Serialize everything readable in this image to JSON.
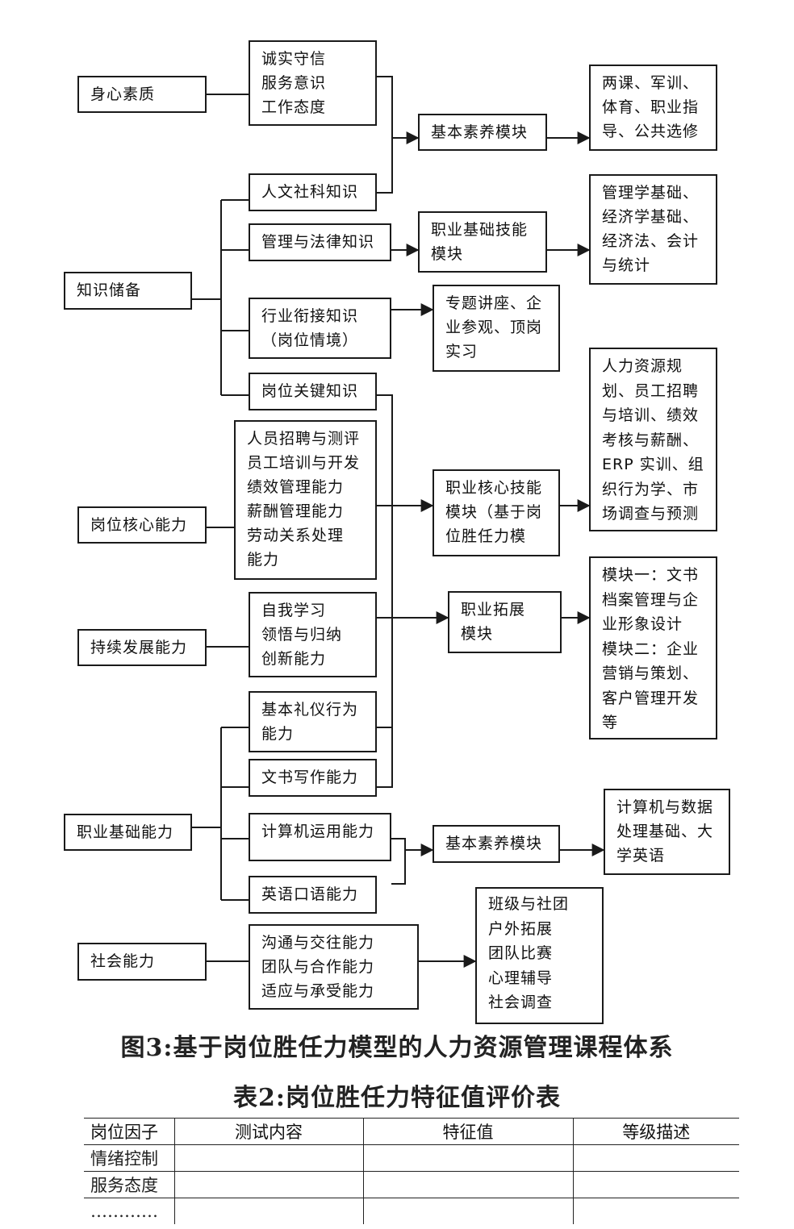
{
  "diagram": {
    "nodes": {
      "shenxin": [
        "身心素质"
      ],
      "chengxin": [
        "诚实守信",
        "服务意识",
        "工作态度"
      ],
      "zhishi": [
        "知识储备"
      ],
      "renwen": [
        "人文社科知识"
      ],
      "guanli_falv": [
        "管理与法律知识"
      ],
      "hangye": [
        "行业衔接知识",
        "（岗位情境）"
      ],
      "gangwei_zhishi": [
        "岗位关键知识"
      ],
      "hexin": [
        "岗位核心能力"
      ],
      "zhaopin": [
        "人员招聘与测评",
        "员工培训与开发",
        "绩效管理能力",
        "薪酬管理能力",
        "劳动关系处理",
        "能力"
      ],
      "chixu": [
        "持续发展能力"
      ],
      "ziwo": [
        "自我学习",
        "领悟与归纳",
        "创新能力"
      ],
      "jichu_nengli": [
        "职业基础能力"
      ],
      "liyi": [
        "基本礼仪行为",
        "能力"
      ],
      "wenshu": [
        "文书写作能力"
      ],
      "jisuanji": [
        "计算机运用能力"
      ],
      "yingyu": [
        "英语口语能力"
      ],
      "shehui": [
        "社会能力"
      ],
      "goutong": [
        "沟通与交往能力",
        "团队与合作能力",
        "适应与承受能力"
      ],
      "suyang1": [
        "基本素养模块"
      ],
      "zhiye_jineng": [
        "职业基础技能",
        "模块"
      ],
      "zhuanti": [
        "专题讲座、企",
        "业参观、顶岗",
        "实习"
      ],
      "hexin_mokuai": [
        "职业核心技能",
        "模块（基于岗",
        "位胜任力模"
      ],
      "tuozhan": [
        "职业拓展",
        "模块"
      ],
      "suyang2": [
        "基本素养模块"
      ],
      "liangke": [
        "两课、军训、",
        "体育、职业指",
        "导、公共选修"
      ],
      "guanlixue": [
        "管理学基础、",
        "经济学基础、",
        "经济法、会计",
        "与统计"
      ],
      "renli": [
        "人力资源规",
        "划、员工招聘",
        "与培训、绩效",
        "考核与薪酬、",
        "ERP 实训、组",
        "织行为学、市",
        "场调查与预测"
      ],
      "mokuai": [
        "模块一：文书",
        "档案管理与企",
        "业形象设计",
        "模块二：企业",
        "营销与策划、",
        "客户管理开发",
        "等"
      ],
      "jisuanji_yy": [
        "计算机与数据",
        "处理基础、大",
        "学英语"
      ],
      "banji": [
        "班级与社团",
        "户外拓展",
        "团队比赛",
        "心理辅导",
        "社会调查"
      ]
    }
  },
  "figure_caption": "图3:基于岗位胜任力模型的人力资源管理课程体系",
  "table": {
    "caption": "表2:岗位胜任力特征值评价表",
    "headers": [
      "岗位因子",
      "测试内容",
      "特征值",
      "等级描述"
    ],
    "rows": [
      [
        "情绪控制",
        "",
        "",
        ""
      ],
      [
        "服务态度",
        "",
        "",
        ""
      ],
      [
        "…………",
        "",
        "",
        ""
      ]
    ]
  }
}
